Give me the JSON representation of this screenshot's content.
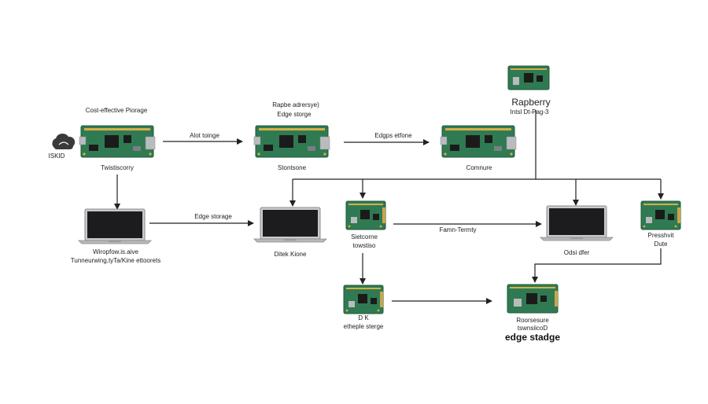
{
  "labels": {
    "cloud": "ISKID",
    "title_board1": "Cost-effective Piorage",
    "below_board1": "Twistiscorry",
    "arrow_b1_b2": "Alot toinge",
    "title_board2_l1": "Rapbe adrersye)",
    "title_board2_l2": "Edge storge",
    "below_board2": "Stontsone",
    "arrow_b2_b3": "Edgps etfone",
    "below_board3": "Comnure",
    "rasp_title": "Rapberry",
    "rasp_sub": "Intsl Dt-Pag-3",
    "arrow_laptop1_laptop2": "Edge storage",
    "below_laptop1_l1": "Wiropfow.is.aive",
    "below_laptop1_l2": "Tunneurwing,tyTa/Kine ettoorets",
    "below_laptop2": "Ditek Kione",
    "below_board_mid_l1": "Sietcorne",
    "below_board_mid_l2": "towstiso",
    "arrow_mid_laptop3": "Famn-Termty",
    "below_laptop3": "Odsi dfer",
    "right_board_l1": "Presshvit",
    "right_board_l2": "Dute",
    "below_board_low_l1": "D K",
    "below_board_low_l2": "etheple sterge",
    "below_board_final_l1": "Roorsesure",
    "below_board_final_l2": "tswnsiicoD",
    "edge_stage": "edge stadge"
  },
  "colors": {
    "pcb": "#2f7a52",
    "pcb_dark": "#1f5a3a",
    "chip": "#1b1b1b",
    "metal": "#b9bcbf",
    "laptop_screen": "#1c1c1e",
    "laptop_body": "#c9c9cb"
  }
}
